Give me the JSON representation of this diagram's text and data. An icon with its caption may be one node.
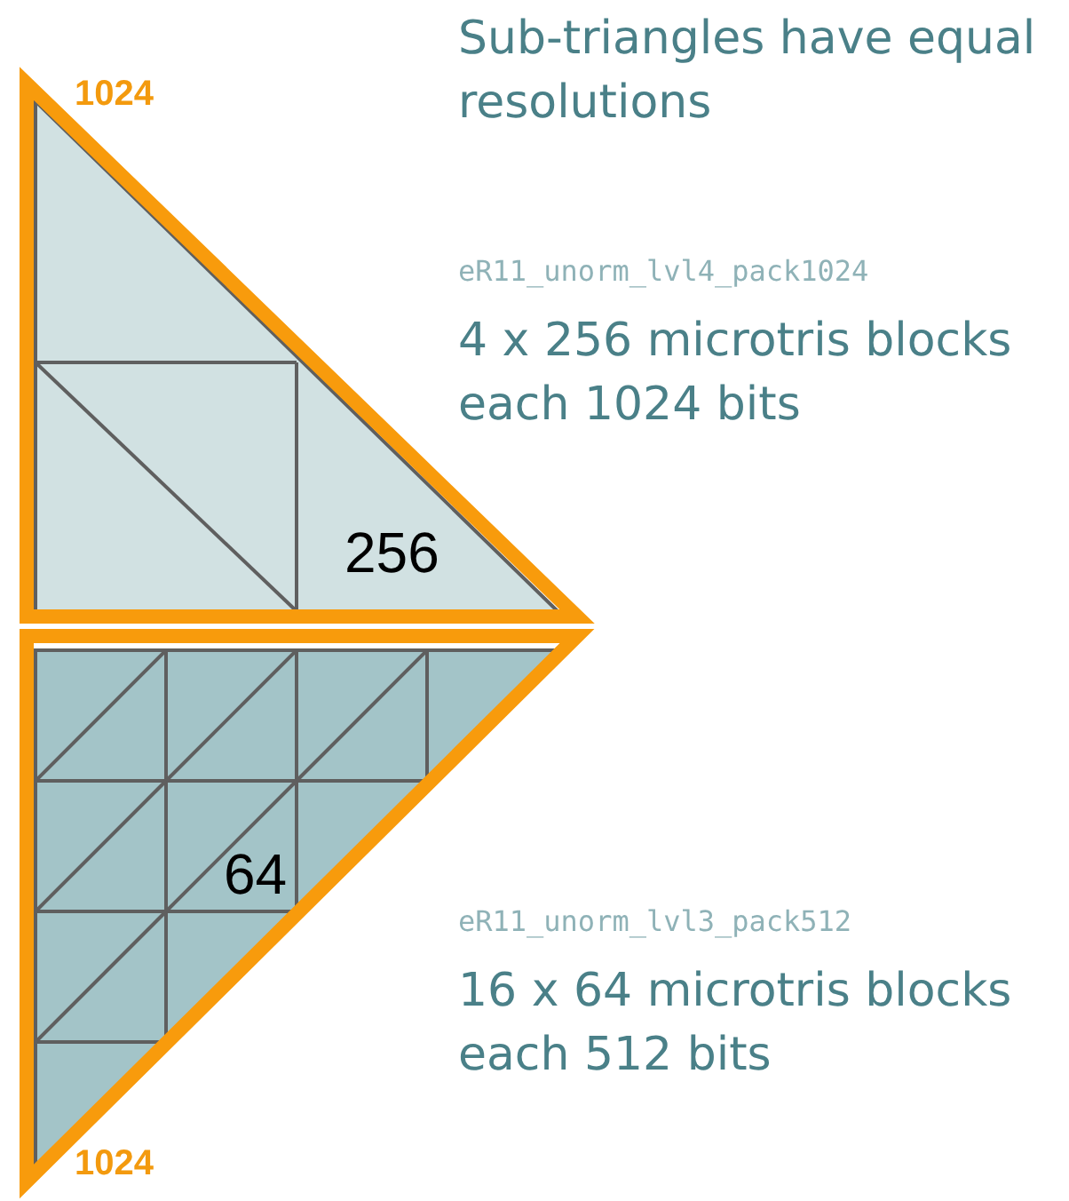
{
  "diagram": {
    "title": "Sub-triangles have equal resolutions",
    "nodes": [
      {
        "text": [
          "1024",
          "256"
        ]
      },
      {
        "text": [
          "1024",
          "64"
        ]
      }
    ],
    "labels": [
      "eR11_unorm_lvl4_pack1024",
      "4 x 256 microtris blocks each 1024 bits",
      "eR11_unorm_lvl3_pack512",
      "16 x 64 microtris blocks each 512 bits"
    ]
  }
}
